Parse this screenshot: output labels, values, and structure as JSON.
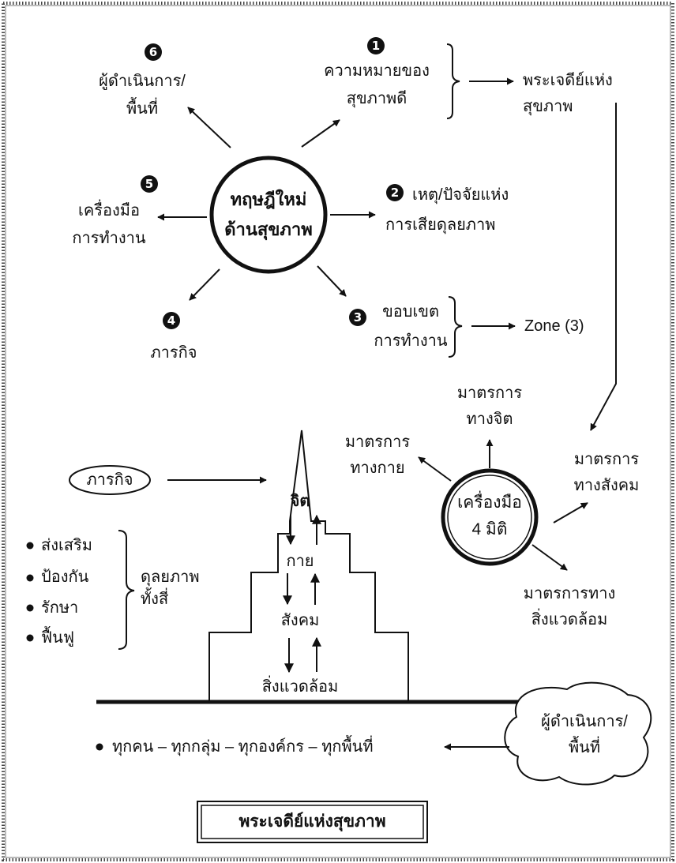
{
  "hub": {
    "line1": "ทฤษฎีใหม่",
    "line2": "ด้านสุขภาพ"
  },
  "items": [
    {
      "num": "1",
      "text": [
        "ความหมายของ",
        "สุขภาพดี"
      ]
    },
    {
      "num": "2",
      "text": [
        "เหตุ/ปัจจัยแห่ง",
        "การเสียดุลยภาพ"
      ]
    },
    {
      "num": "3",
      "text": [
        "ขอบเขต",
        "การทำงาน"
      ]
    },
    {
      "num": "4",
      "text": [
        "ภารกิจ"
      ]
    },
    {
      "num": "5",
      "text": [
        "เครื่องมือ",
        "การทำงาน"
      ]
    },
    {
      "num": "6",
      "text": [
        "ผู้ดำเนินการ/",
        "พื้นที่"
      ]
    }
  ],
  "results": {
    "chedi": [
      "พระเจดีย์แห่ง",
      "สุขภาพ"
    ],
    "zone": "Zone (3)"
  },
  "tools": {
    "hub": [
      "เครื่องมือ",
      "4 มิติ"
    ],
    "mind": [
      "มาตรการ",
      "ทางจิต"
    ],
    "body": [
      "มาตรการ",
      "ทางกาย"
    ],
    "social": [
      "มาตรการ",
      "ทางสังคม"
    ],
    "env": [
      "มาตรการทาง",
      "สิ่งแวดล้อม"
    ]
  },
  "mission_label": "ภารกิจ",
  "pagoda": {
    "levels": [
      "จิต",
      "กาย",
      "สังคม",
      "สิ่งแวดล้อม"
    ]
  },
  "balance": {
    "items": [
      "ส่งเสริม",
      "ป้องกัน",
      "รักษา",
      "ฟื้นฟู"
    ],
    "label": [
      "ดุลยภาพ",
      "ทั้งสี่"
    ]
  },
  "actors": {
    "line": "ทุกคน – ทุกกลุ่ม – ทุกองค์กร – ทุกพื้นที่",
    "cloud": [
      "ผู้ดำเนินการ/",
      "พื้นที่"
    ]
  },
  "caption": "พระเจดีย์แห่งสุขภาพ"
}
